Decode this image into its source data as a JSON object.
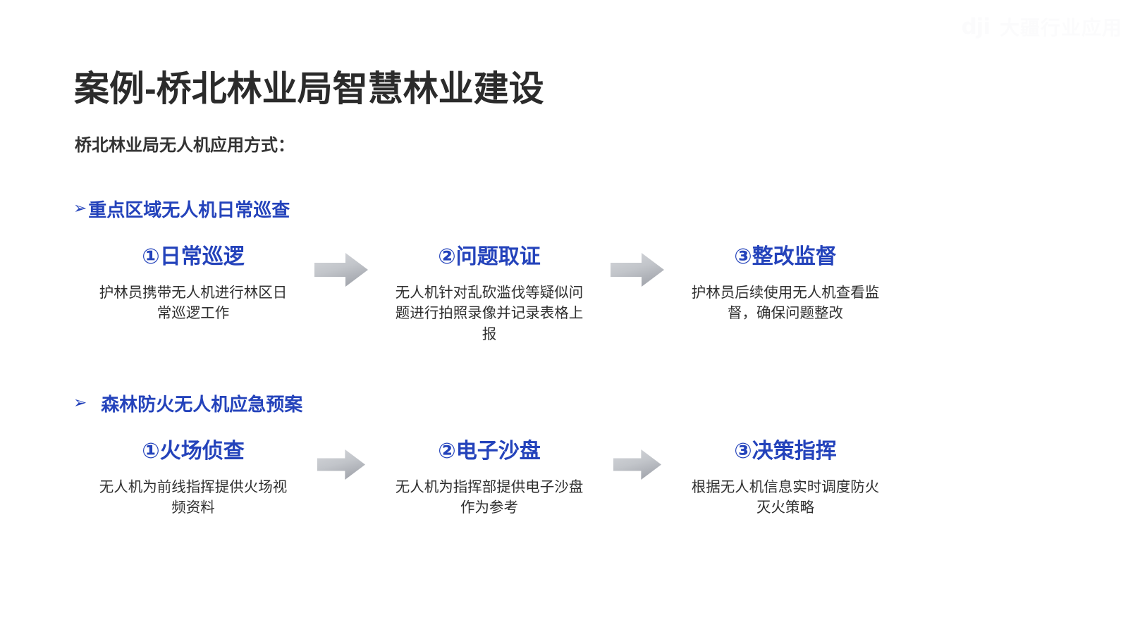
{
  "watermark": {
    "logo": "dji",
    "text": "大疆行业应用"
  },
  "slide": {
    "title": "案例-桥北林业局智慧林业建设",
    "subtitle": "桥北林业局无人机应用方式："
  },
  "colors": {
    "accent_blue": "#2443bb",
    "title_gray": "#2b2b2b",
    "body_gray": "#2f2f2f",
    "arrow_gray_light": "#cfd1d6",
    "arrow_gray_dark": "#a8abb2"
  },
  "sections": [
    {
      "bullet": "➢",
      "heading": "重点区域无人机日常巡查",
      "steps": [
        {
          "title": "①日常巡逻",
          "desc": "护林员携带无人机进行林区日常巡逻工作"
        },
        {
          "title": "②问题取证",
          "desc": "无人机针对乱砍滥伐等疑似问题进行拍照录像并记录表格上报"
        },
        {
          "title": "③整改监督",
          "desc": "护林员后续使用无人机查看监督，确保问题整改"
        }
      ]
    },
    {
      "bullet": "➢",
      "heading": "森林防火无人机应急预案",
      "steps": [
        {
          "title": "①火场侦查",
          "desc": "无人机为前线指挥提供火场视频资料"
        },
        {
          "title": "②电子沙盘",
          "desc": "无人机为指挥部提供电子沙盘作为参考"
        },
        {
          "title": "③决策指挥",
          "desc": "根据无人机信息实时调度防火灭火策略"
        }
      ]
    }
  ]
}
